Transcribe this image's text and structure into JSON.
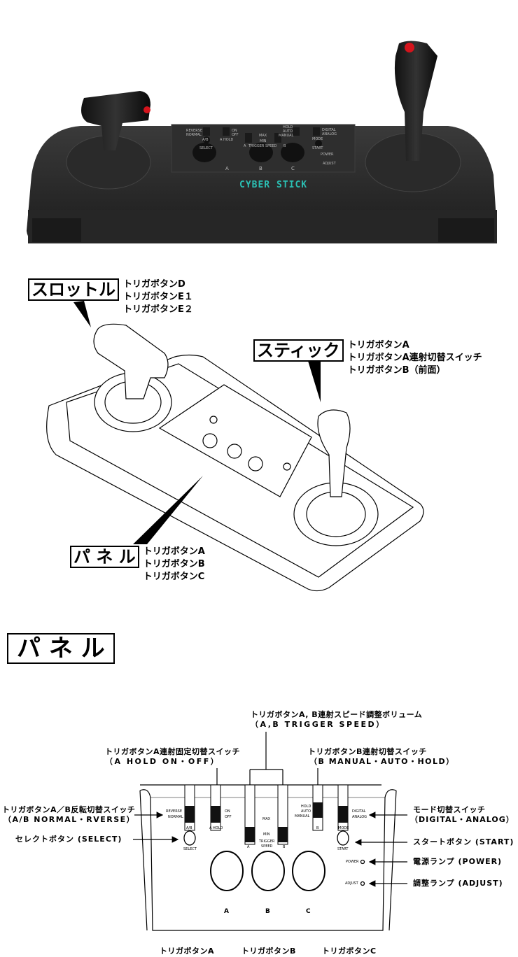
{
  "photo": {
    "panel_labels": [
      "REVERSE",
      "NORMAL",
      "A/B",
      "ON",
      "OFF",
      "A HOLD",
      "MAX",
      "MIN",
      "A",
      "TRIGGER SPEED",
      "B",
      "HOLD",
      "AUTO",
      "MANUAL",
      "DIGITAL",
      "ANALOG",
      "MODE",
      "SELECT",
      "START",
      "POWER",
      "ADJUST"
    ],
    "buttons": [
      "A",
      "B",
      "C"
    ],
    "logo": "CYBER STICK",
    "accent": "#2bc0b4",
    "trigger_red": "#d4141c"
  },
  "callouts": {
    "throttle": {
      "title": "スロットル",
      "items": [
        "トリガボタンD",
        "トリガボタンE１",
        "トリガボタンE２"
      ]
    },
    "stick": {
      "title": "スティック",
      "items": [
        "トリガボタンA",
        "トリガボタンA連射切替スイッチ",
        "トリガボタンB（前面）"
      ]
    },
    "panel": {
      "title": "パ ネ ル",
      "items": [
        "トリガボタンA",
        "トリガボタンB",
        "トリガボタンC"
      ]
    }
  },
  "section_title": "パ ネ ル",
  "panel_diagram": {
    "speed_volume": [
      "トリガボタンA, B連射スピード調整ボリューム",
      "（A,B TRIGGER SPEED）"
    ],
    "a_hold": [
      "トリガボタンA連射固定切替スイッチ",
      "（A HOLD  ON・OFF）"
    ],
    "b_switch": [
      "トリガボタンB連射切替スイッチ",
      "（B MANUAL・AUTO・HOLD）"
    ],
    "ab_reverse": [
      "トリガボタンA／B反転切替スイッチ",
      "（A/B NORMAL・RVERSE）"
    ],
    "select": "セレクトボタン (SELECT)",
    "mode": [
      "モード切替スイッチ",
      "（DIGITAL・ANALOG）"
    ],
    "start": "スタートボタン (START)",
    "power": "電源ランプ (POWER)",
    "adjust": "調整ランプ (ADJUST)",
    "switch_labels": {
      "reverse": "REVERSE",
      "normal": "NORMAL",
      "ab": "A/B",
      "on": "ON",
      "off": "OFF",
      "ahold": "A HOLD",
      "max": "MAX",
      "min": "MIN",
      "a": "A",
      "b": "B",
      "trigger": "TRIGGER",
      "speed": "SPEED",
      "hold": "HOLD",
      "auto": "AUTO",
      "manual": "MANUAL",
      "bsw": "B",
      "digital": "DIGITAL",
      "analog": "ANALOG",
      "mode": "MODE",
      "select": "SELECT",
      "start": "START",
      "power": "POWER",
      "adjust": "ADJUST"
    },
    "buttons": [
      "A",
      "B",
      "C"
    ],
    "bottom_labels": [
      "トリガボタンA",
      "トリガボタンB",
      "トリガボタンC"
    ]
  }
}
